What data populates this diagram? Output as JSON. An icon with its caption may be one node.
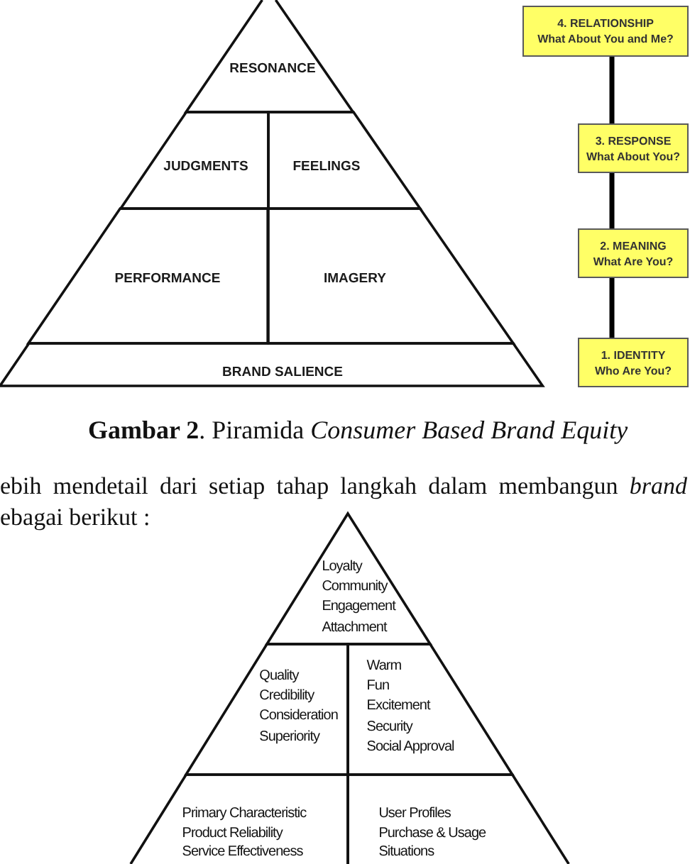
{
  "diagram": {
    "caption": "**Gambar 2**. Piramida *Consumer Based Brand Equity*",
    "nodes": [
      {
        "text": [
          "RESONANCE"
        ]
      },
      {
        "text": [
          "JUDGMENTS"
        ]
      },
      {
        "text": [
          "FEELINGS"
        ]
      },
      {
        "text": [
          "PERFORMANCE"
        ]
      },
      {
        "text": [
          "IMAGERY"
        ]
      },
      {
        "text": [
          "BRAND SALIENCE"
        ]
      },
      {
        "text": [
          "4. RELATIONSHIP",
          "What About You and Me?"
        ]
      },
      {
        "text": [
          "3. RESPONSE",
          "What About You?"
        ]
      },
      {
        "text": [
          "2. MEANING",
          "What Are You?"
        ]
      },
      {
        "text": [
          "1. IDENTITY",
          "Who Are You?"
        ]
      },
      {
        "text": [
          "Loyalty",
          "Community",
          "Engagement",
          "Attachment"
        ]
      },
      {
        "text": [
          "Quality",
          "Credibility",
          "Consideration",
          "Superiority"
        ]
      },
      {
        "text": [
          "Warm",
          "Fun",
          "Excitement",
          "Security",
          "Social Approval"
        ]
      },
      {
        "text": [
          "Primary Characteristic",
          "Product Reliability",
          "Service Effectiveness"
        ]
      },
      {
        "text": [
          "User Profiles",
          "Purchase & Usage Situations"
        ]
      }
    ],
    "edges": [
      {
        "from": 6,
        "to": 7,
        "arrow": "none"
      },
      {
        "from": 7,
        "to": 8,
        "arrow": "none"
      },
      {
        "from": 8,
        "to": 9,
        "arrow": "none"
      }
    ],
    "labels": [
      "ebih mendetail dari setiap tahap langkah dalam membangun *brand*",
      "ebagai berikut :"
    ]
  }
}
